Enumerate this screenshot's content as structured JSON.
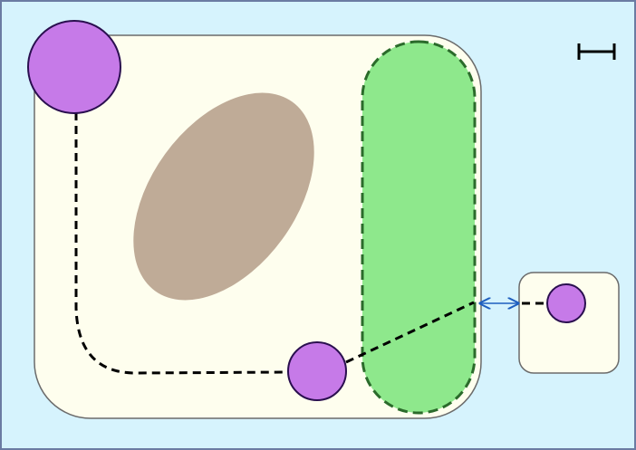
{
  "diagram": {
    "elements": [
      "outer-frame",
      "main-cell",
      "brown-ellipse",
      "green-capsule",
      "small-cell",
      "purple-node-top-left",
      "purple-node-bottom",
      "purple-node-small-cell",
      "dashed-path",
      "double-arrow",
      "scale-bar"
    ],
    "colors": {
      "background": "#d6f3fd",
      "frame_border": "#6b7ba3",
      "cell_fill": "#fefeee",
      "cell_border": "#6b6b6b",
      "ellipse_fill": "#bfab97",
      "capsule_fill": "#8ee88c",
      "capsule_border": "#2b6b2b",
      "node_fill": "#c67ae8",
      "node_border": "#2a0f4f",
      "path_stroke": "#000000",
      "arrow_stroke": "#1f5fbf",
      "scale_bar": "#000000"
    }
  }
}
